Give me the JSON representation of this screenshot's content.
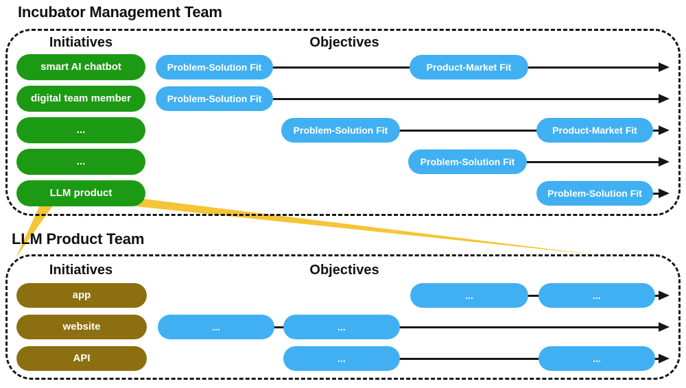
{
  "colors": {
    "green": "#1d9a14",
    "olive": "#8c6f10",
    "blue": "#41b0f2",
    "yellow": "#f3c537",
    "ink": "#161616"
  },
  "teams": [
    {
      "title": "Incubator Management Team",
      "initiatives_label": "Initiatives",
      "objectives_label": "Objectives",
      "rows": [
        {
          "initiative": "smart AI chatbot",
          "objectives": [
            "Problem-Solution Fit",
            "Product-Market Fit"
          ]
        },
        {
          "initiative": "digital team member",
          "objectives": [
            "Problem-Solution Fit"
          ]
        },
        {
          "initiative": "...",
          "objectives": [
            "Problem-Solution Fit",
            "Product-Market Fit"
          ]
        },
        {
          "initiative": "...",
          "objectives": [
            "Problem-Solution Fit"
          ]
        },
        {
          "initiative": "LLM product",
          "objectives": [
            "Problem-Solution Fit"
          ]
        }
      ]
    },
    {
      "title": "LLM Product Team",
      "initiatives_label": "Initiatives",
      "objectives_label": "Objectives",
      "rows": [
        {
          "initiative": "app",
          "objectives": [
            "...",
            "..."
          ]
        },
        {
          "initiative": "website",
          "objectives": [
            "...",
            "..."
          ]
        },
        {
          "initiative": "API",
          "objectives": [
            "...",
            "..."
          ]
        }
      ]
    }
  ]
}
